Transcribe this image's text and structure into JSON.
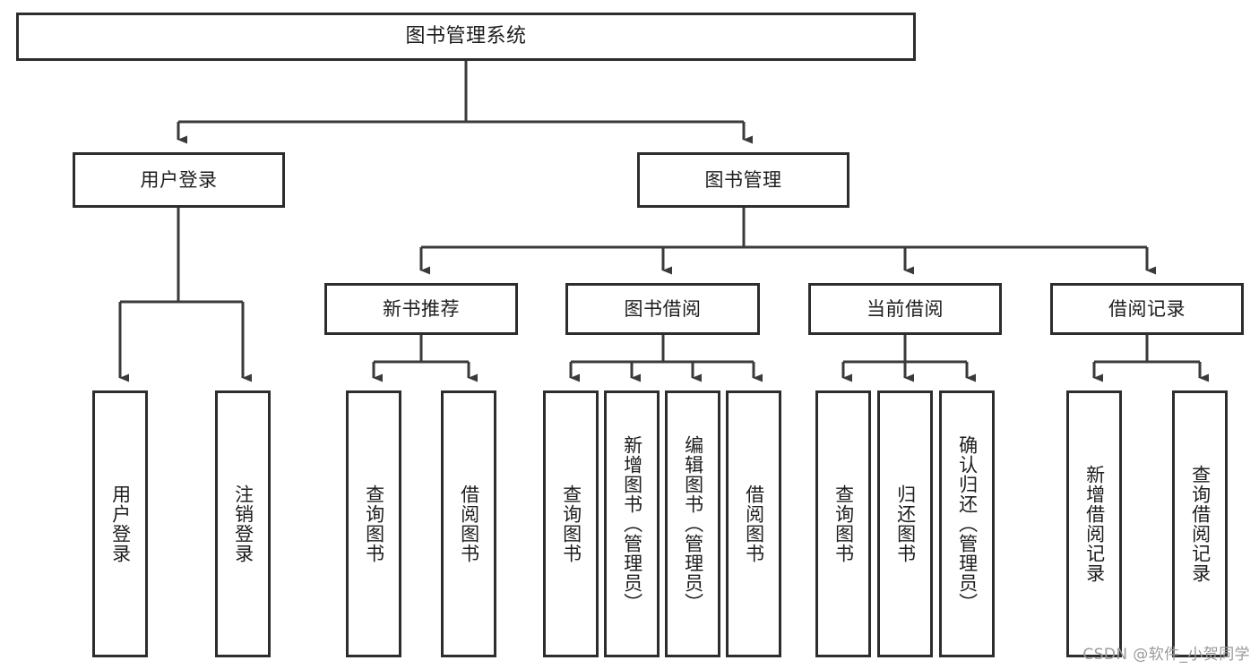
{
  "diagram": {
    "type": "tree-hierarchy",
    "title": "图书管理系统",
    "watermark": "CSDN @软件_小贺同学",
    "colors": {
      "background": "#ffffff",
      "box_border": "#2d2d2d",
      "connector": "#3a3a3a",
      "text": "#1d1d1d",
      "watermark": "#9a9a9a"
    },
    "nodes": {
      "root": {
        "label": "图书管理系统"
      },
      "level2": [
        {
          "label": "用户登录"
        },
        {
          "label": "图书管理"
        }
      ],
      "level3": [
        {
          "label": "新书推荐"
        },
        {
          "label": "图书借阅"
        },
        {
          "label": "当前借阅"
        },
        {
          "label": "借阅记录"
        }
      ],
      "leaves": {
        "user_login": [
          {
            "label": "用户登录"
          },
          {
            "label": "注销登录"
          }
        ],
        "new_book_recommend": [
          {
            "label": "查询图书"
          },
          {
            "label": "借阅图书"
          }
        ],
        "book_borrow": [
          {
            "label": "查询图书"
          },
          {
            "label": "新增图书（管理员）"
          },
          {
            "label": "编辑图书（管理员）"
          },
          {
            "label": "借阅图书"
          }
        ],
        "current_borrow": [
          {
            "label": "查询图书"
          },
          {
            "label": "归还图书"
          },
          {
            "label": "确认归还（管理员）"
          }
        ],
        "borrow_record": [
          {
            "label": "新增借阅记录"
          },
          {
            "label": "查询借阅记录"
          }
        ]
      }
    }
  }
}
